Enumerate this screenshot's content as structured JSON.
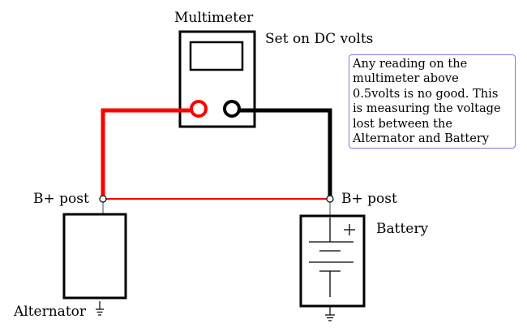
{
  "labels": {
    "multimeter": "Multimeter",
    "setting": "Set on DC volts",
    "alternator_post": "B+ post",
    "battery_post": "B+ post",
    "battery": "Battery",
    "alternator": "Alternator"
  },
  "note": {
    "lines": [
      "Any reading on the",
      "multimeter above",
      "0.5volts is no good. This",
      "is measuring the voltage",
      "lost between the",
      "Alternator and Battery"
    ]
  },
  "colors": {
    "positive_lead": "#ff0000",
    "negative_lead": "#000000",
    "note_border": "#7b7bd6"
  },
  "icons": [
    "ground-icon",
    "battery-plus-icon"
  ]
}
